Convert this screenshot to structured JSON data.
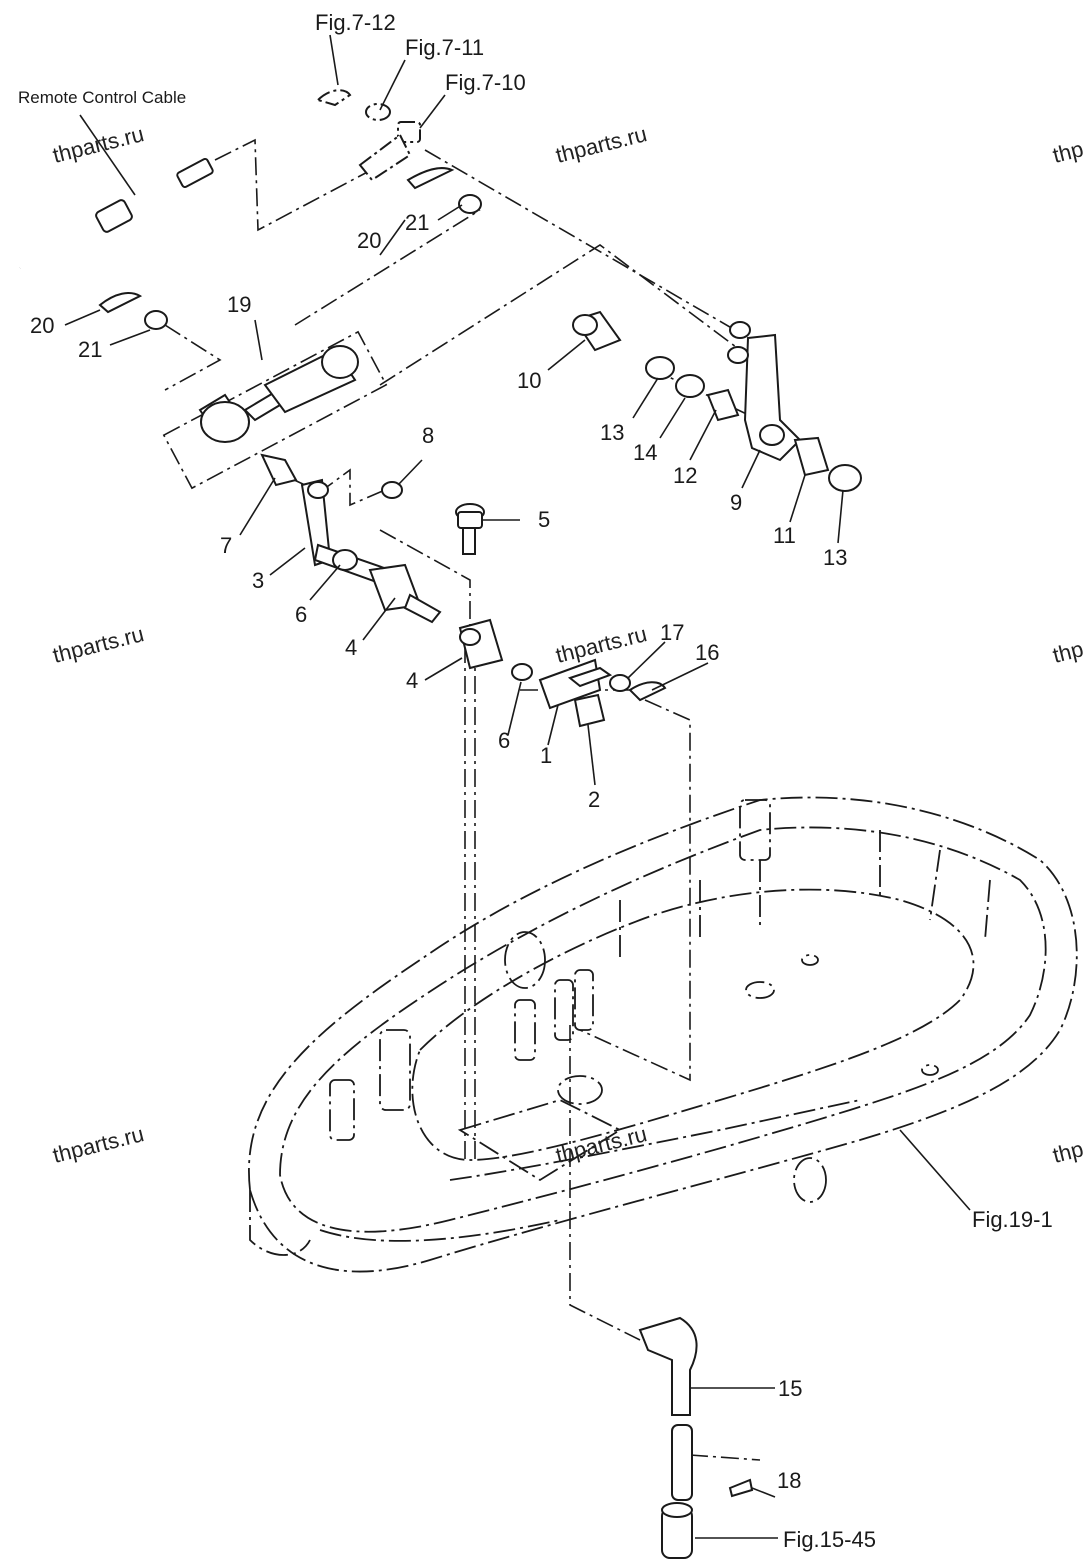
{
  "figure_refs": {
    "fig_7_12": "Fig.7-12",
    "fig_7_11": "Fig.7-11",
    "fig_7_10": "Fig.7-10",
    "fig_19_1": "Fig.19-1",
    "fig_15_45": "Fig.15-45"
  },
  "remote_cable_label": "Remote Control Cable",
  "watermark": "thparts.ru",
  "callouts": {
    "c1": "1",
    "c2": "2",
    "c3": "3",
    "c4a": "4",
    "c4b": "4",
    "c5": "5",
    "c6a": "6",
    "c6b": "6",
    "c7": "7",
    "c8": "8",
    "c9": "9",
    "c10": "10",
    "c11": "11",
    "c12": "12",
    "c13a": "13",
    "c13b": "13",
    "c14": "14",
    "c15": "15",
    "c16": "16",
    "c17": "17",
    "c18": "18",
    "c19": "19",
    "c20a": "20",
    "c20b": "20",
    "c21a": "21",
    "c21b": "21"
  }
}
